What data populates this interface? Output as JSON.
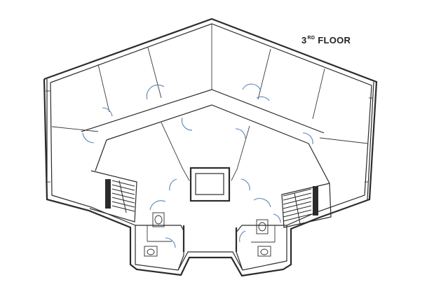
{
  "floor_label": {
    "number": "3",
    "suffix": "RD",
    "word": "FLOOR"
  },
  "colors": {
    "wall": "#2b2b2b",
    "door_swing": "#5a86b8",
    "background": "#ffffff"
  }
}
